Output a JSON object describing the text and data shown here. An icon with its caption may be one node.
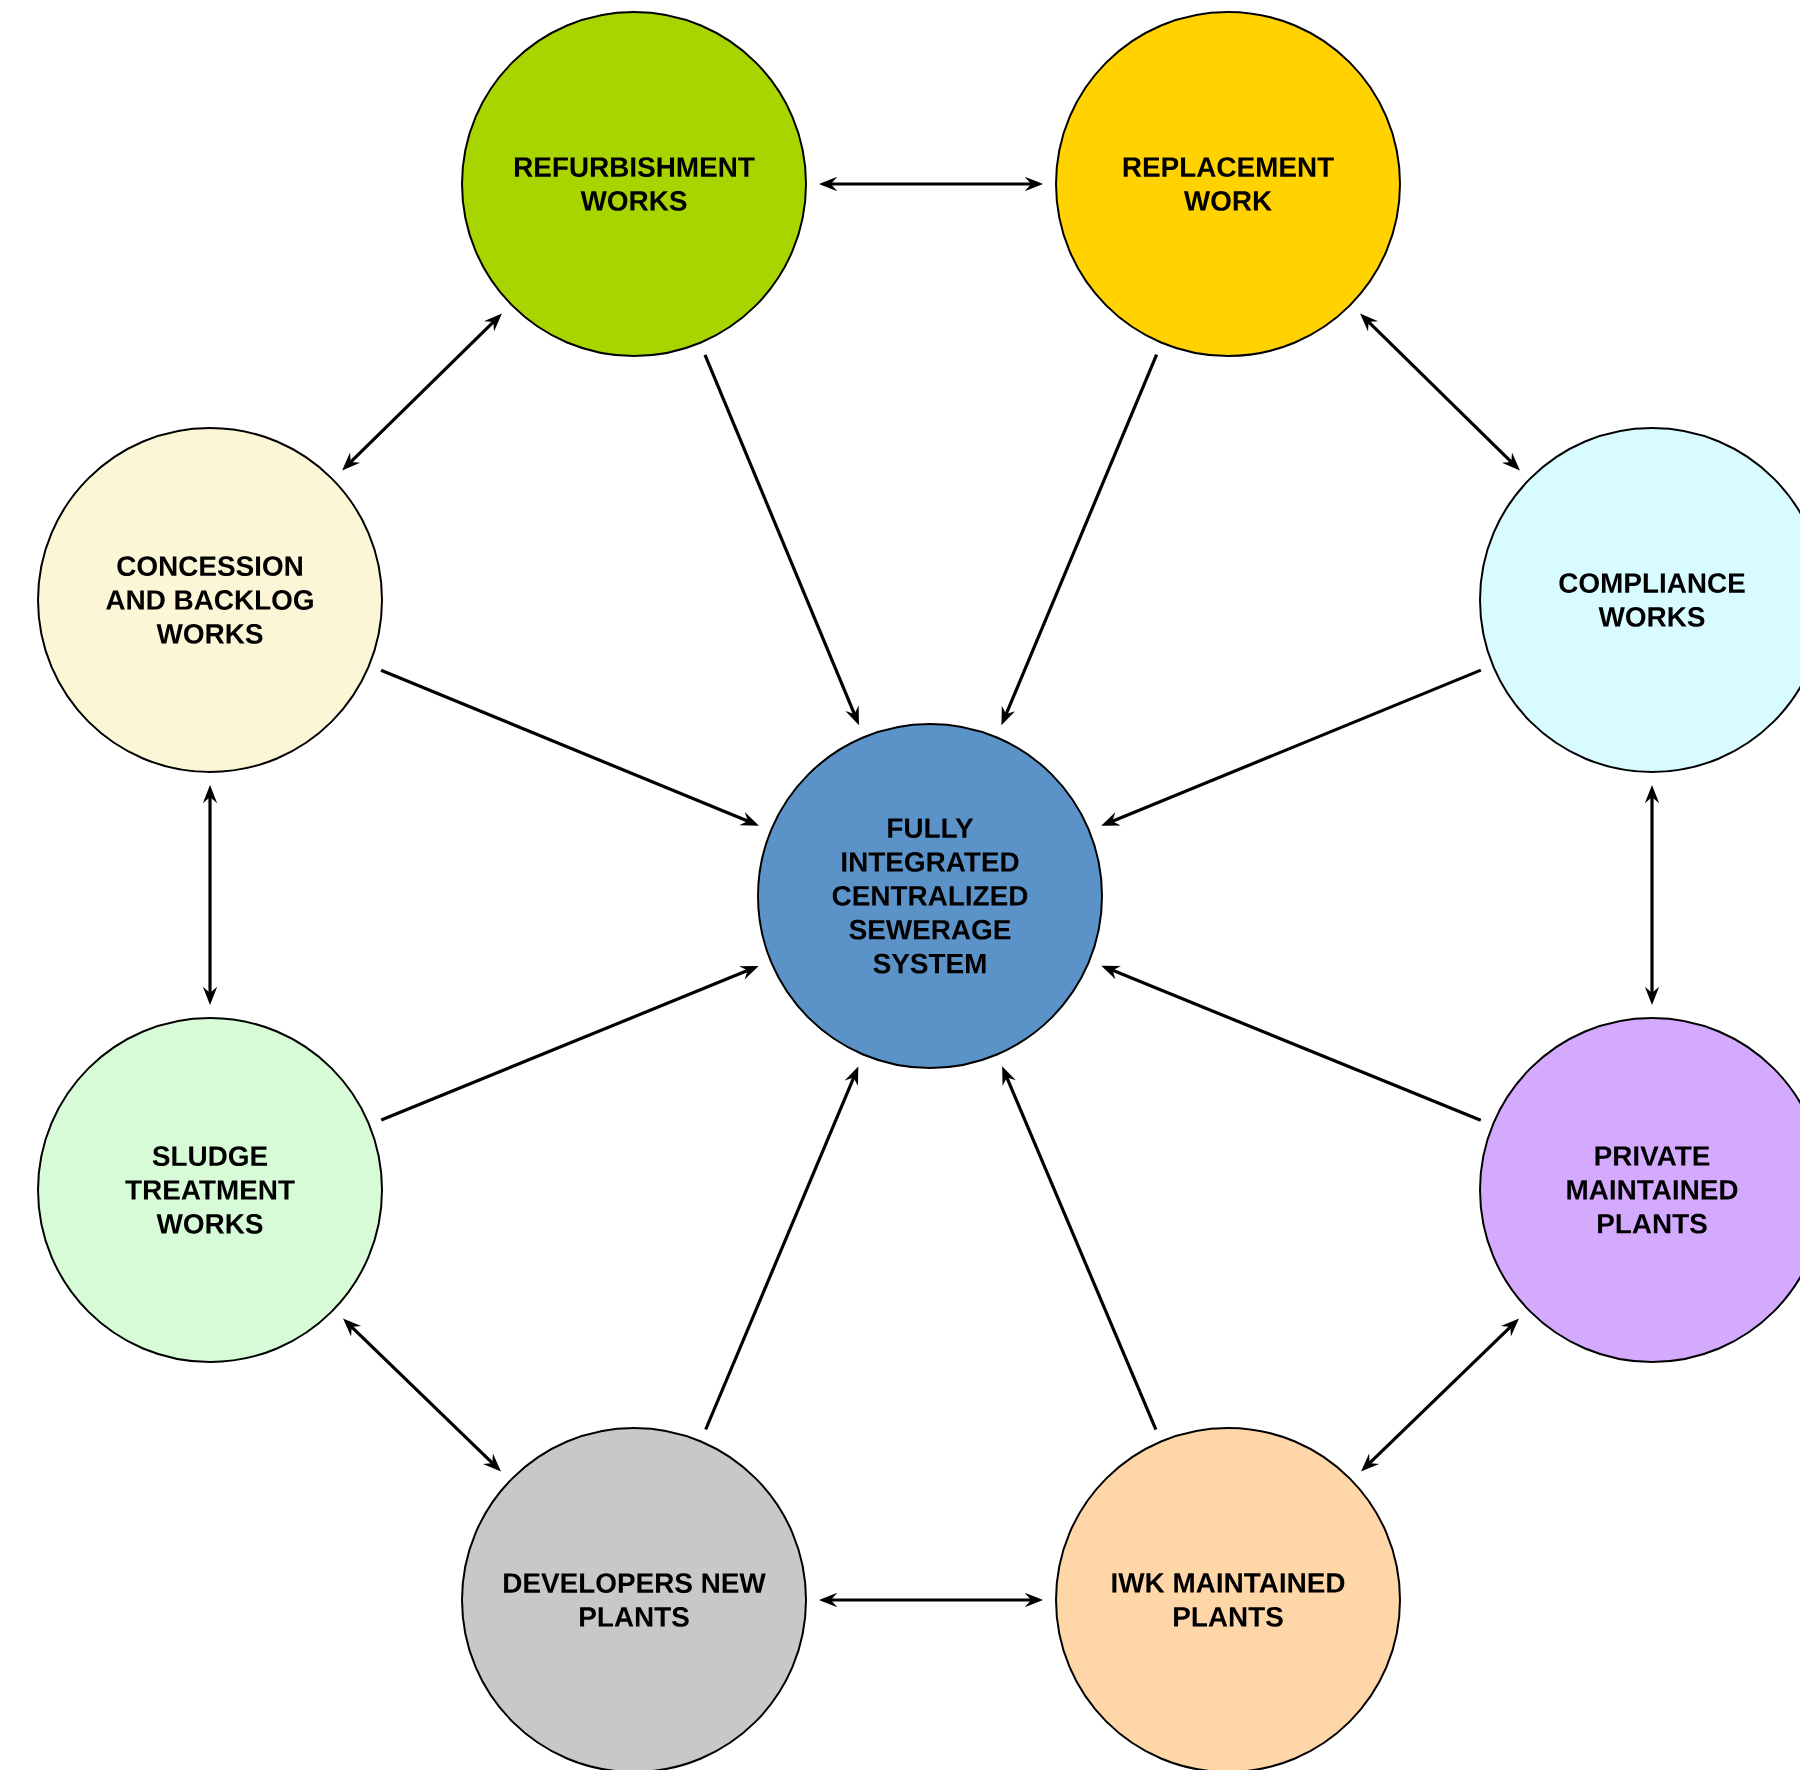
{
  "diagram": {
    "nodes": [
      {
        "text": [
          "FULLY INTEGRATED CENTRALIZED SEWERAGE SYSTEM"
        ]
      },
      {
        "text": [
          "REFURBISHMENT WORKS"
        ]
      },
      {
        "text": [
          "REPLACEMENT WORK"
        ]
      },
      {
        "text": [
          "COMPLIANCE WORKS"
        ]
      },
      {
        "text": [
          "PRIVATE MAINTAINED PLANTS"
        ]
      },
      {
        "text": [
          "IWK MAINTAINED PLANTS"
        ]
      },
      {
        "text": [
          "DEVELOPERS NEW PLANTS"
        ]
      },
      {
        "text": [
          "SLUDGE TREATMENT WORKS"
        ]
      },
      {
        "text": [
          "CONCESSION AND BACKLOG WORKS"
        ]
      }
    ],
    "edges": [
      {
        "from": 1,
        "to": 0,
        "arrow": "to"
      },
      {
        "from": 2,
        "to": 0,
        "arrow": "to"
      },
      {
        "from": 3,
        "to": 0,
        "arrow": "to"
      },
      {
        "from": 4,
        "to": 0,
        "arrow": "to"
      },
      {
        "from": 5,
        "to": 0,
        "arrow": "to"
      },
      {
        "from": 6,
        "to": 0,
        "arrow": "to"
      },
      {
        "from": 7,
        "to": 0,
        "arrow": "to"
      },
      {
        "from": 8,
        "to": 0,
        "arrow": "to"
      },
      {
        "from": 1,
        "to": 2,
        "arrow": "both"
      },
      {
        "from": 2,
        "to": 3,
        "arrow": "both"
      },
      {
        "from": 3,
        "to": 4,
        "arrow": "both"
      },
      {
        "from": 4,
        "to": 5,
        "arrow": "both"
      },
      {
        "from": 5,
        "to": 6,
        "arrow": "both"
      },
      {
        "from": 6,
        "to": 7,
        "arrow": "both"
      },
      {
        "from": 7,
        "to": 8,
        "arrow": "both"
      },
      {
        "from": 8,
        "to": 1,
        "arrow": "both"
      }
    ]
  }
}
